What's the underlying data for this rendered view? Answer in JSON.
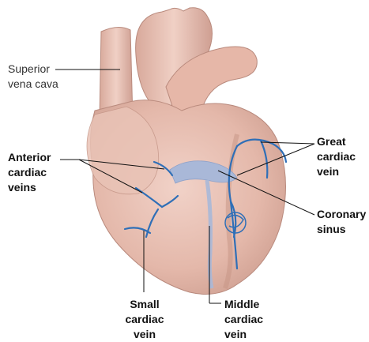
{
  "labels": {
    "superior_vena_cava": [
      "Superior",
      "vena cava"
    ],
    "anterior_cardiac_veins": [
      "Anterior",
      "cardiac",
      "veins"
    ],
    "great_cardiac_vein": [
      "Great",
      "cardiac",
      "vein"
    ],
    "coronary_sinus": [
      "Coronary",
      "sinus"
    ],
    "small_cardiac_vein": [
      "Small",
      "cardiac",
      "vein"
    ],
    "middle_cardiac_vein": [
      "Middle",
      "cardiac",
      "vein"
    ]
  },
  "colors": {
    "heart_tissue": "#e7bdb0",
    "heart_shadow": "#c99a8c",
    "vein_blue": "#2f6fb7",
    "sinus_blue": "#a8b7d6",
    "leader_line": "#111111"
  }
}
